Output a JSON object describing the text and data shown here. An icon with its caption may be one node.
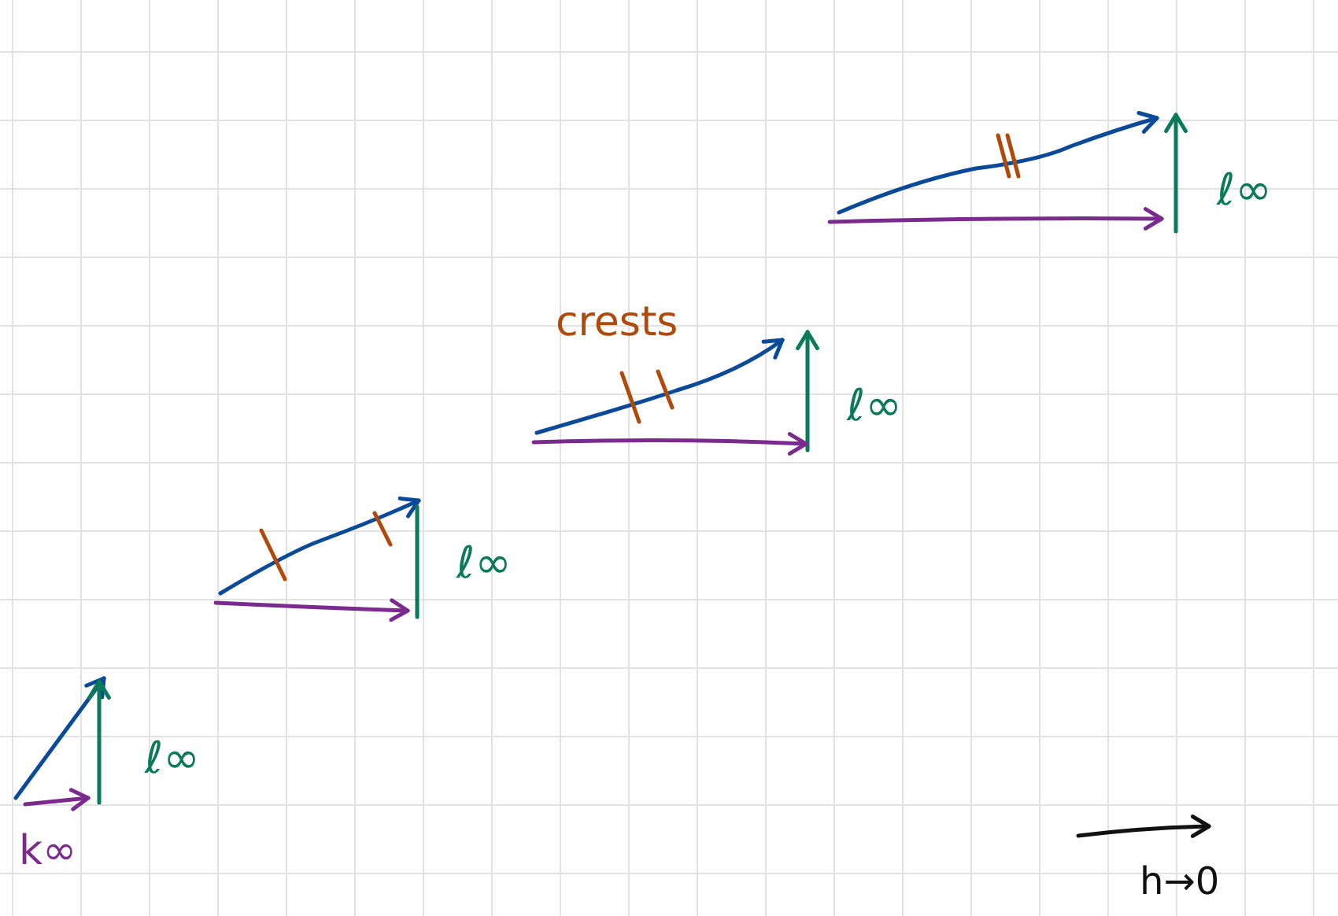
{
  "diagram": {
    "labels": [
      "ℓ∞",
      "crests",
      "ℓ∞",
      "ℓ∞",
      "ℓ∞",
      "k∞",
      "h→0"
    ]
  }
}
